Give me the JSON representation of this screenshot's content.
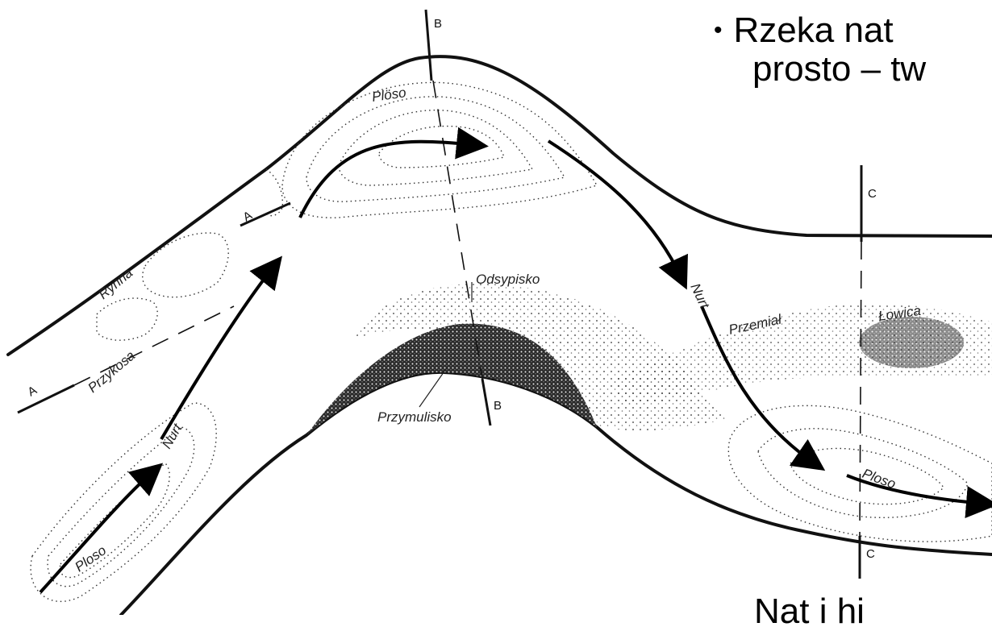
{
  "diagram": {
    "labels": {
      "ploso_top": "Plöso",
      "rynna": "Rynna",
      "przykosa": "Przykosa",
      "nurt_left": "Nurt",
      "ploso_bottom_left": "Ploso",
      "odsypisko": "Odsypisko",
      "przymulisko": "Przymulisko",
      "nurt_right": "Nurt",
      "przemiał": "Przemiał",
      "lowica": "Łowica",
      "ploso_right": "Ploso"
    },
    "sections": {
      "a_left": "A",
      "a_right": "A",
      "b_top": "B",
      "b_bottom": "B",
      "c_top": "C",
      "c_bottom": "C"
    }
  },
  "slide": {
    "bullet": "•",
    "line1": "Rzeka nat",
    "line2": "prosto – tw",
    "bottom": "Nat i hi"
  }
}
